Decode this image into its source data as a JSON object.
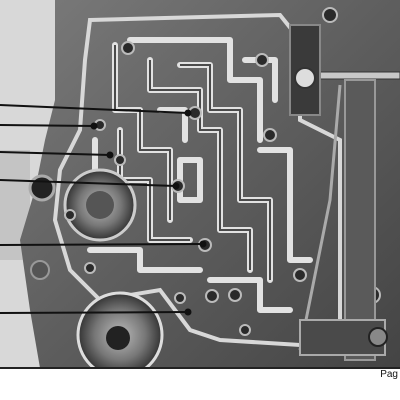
{
  "footer": {
    "page_label": "Pag"
  },
  "photo": {
    "subject": "valve-body-casting",
    "callout_count": 6
  }
}
